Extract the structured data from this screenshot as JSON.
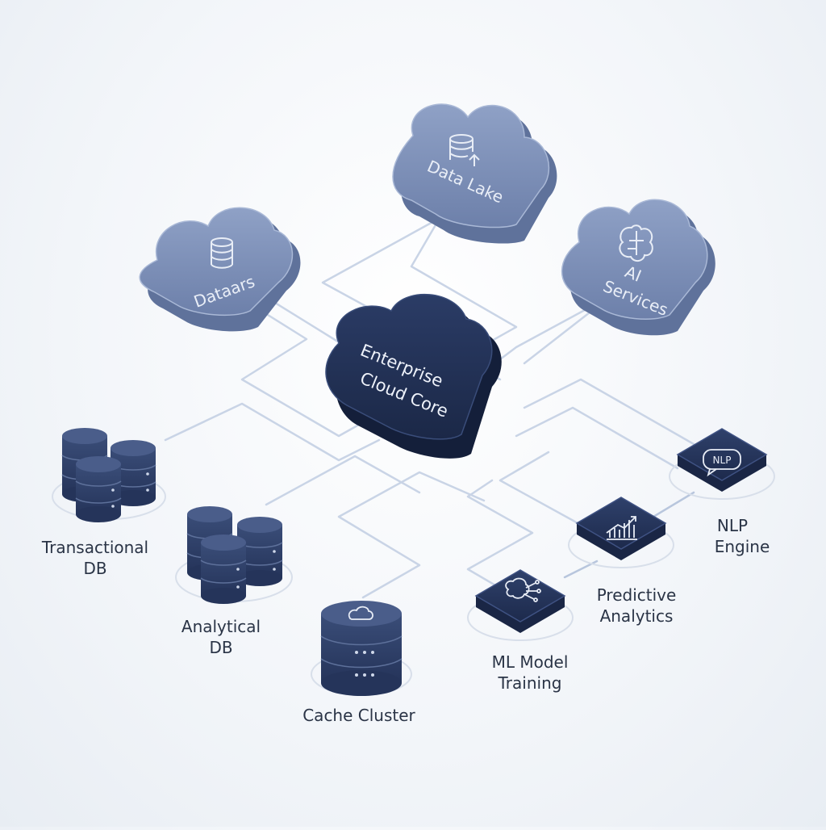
{
  "colors": {
    "navy": "#1f2d52",
    "navy_light": "#34466e",
    "cloud_blue": "#7d90b8",
    "cloud_blue_dark": "#5f729b",
    "connector": "#c9d4e6",
    "label": "#2a3446"
  },
  "clouds": {
    "data_lake": {
      "label": "Data Lake",
      "icon": "database-upload-icon"
    },
    "datastores": {
      "label": "Dataars",
      "icon": "database-icon"
    },
    "ai_services": {
      "label_line1": "AI",
      "label_line2": "Services",
      "icon": "brain-icon"
    },
    "core": {
      "label_line1": "Enterprise",
      "label_line2": "Cloud Core"
    }
  },
  "nodes": {
    "transactional_db": {
      "label_line1": "Transactional",
      "label_line2": "DB"
    },
    "analytical_db": {
      "label_line1": "Analytical",
      "label_line2": "DB"
    },
    "cache_cluster": {
      "label": "Cache Cluster",
      "icon": "cloud-icon"
    },
    "ml_training": {
      "label_line1": "ML Model",
      "label_line2": "Training",
      "icon": "neural-network-icon"
    },
    "predictive_analytics": {
      "label_line1": "Predictive",
      "label_line2": "Analytics",
      "icon": "bar-chart-icon"
    },
    "nlp_engine": {
      "label_line1": "NLP",
      "label_line2": "Engine",
      "icon_text": "NLP",
      "icon": "speech-bubble-icon"
    }
  }
}
